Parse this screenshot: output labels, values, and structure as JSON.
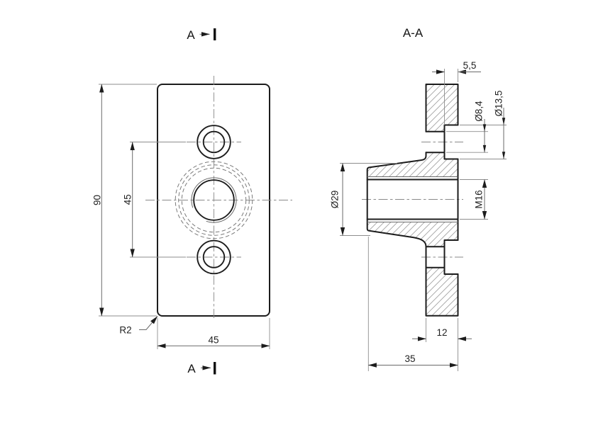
{
  "drawing": {
    "section_title": "A-A",
    "cut_label_top": "A",
    "cut_label_bottom": "A",
    "front_view": {
      "dim_height": "90",
      "dim_hole_spacing": "45",
      "dim_width": "45",
      "corner_radius": "R2"
    },
    "section_view": {
      "dim_cbore_depth": "5,5",
      "dim_hole_dia": "Ø8,4",
      "dim_cbore_dia": "Ø13,5",
      "dim_boss_dia": "Ø29",
      "dim_thread": "M16",
      "dim_plate_thickness": "12",
      "dim_total_depth": "35"
    },
    "colors": {
      "background": "#ffffff",
      "outline": "#1c1c1c",
      "thin_line": "#6a6a6a",
      "centerline": "#8a8a8a",
      "hatch": "#a3a3a3",
      "text": "#1f1f1f"
    }
  }
}
